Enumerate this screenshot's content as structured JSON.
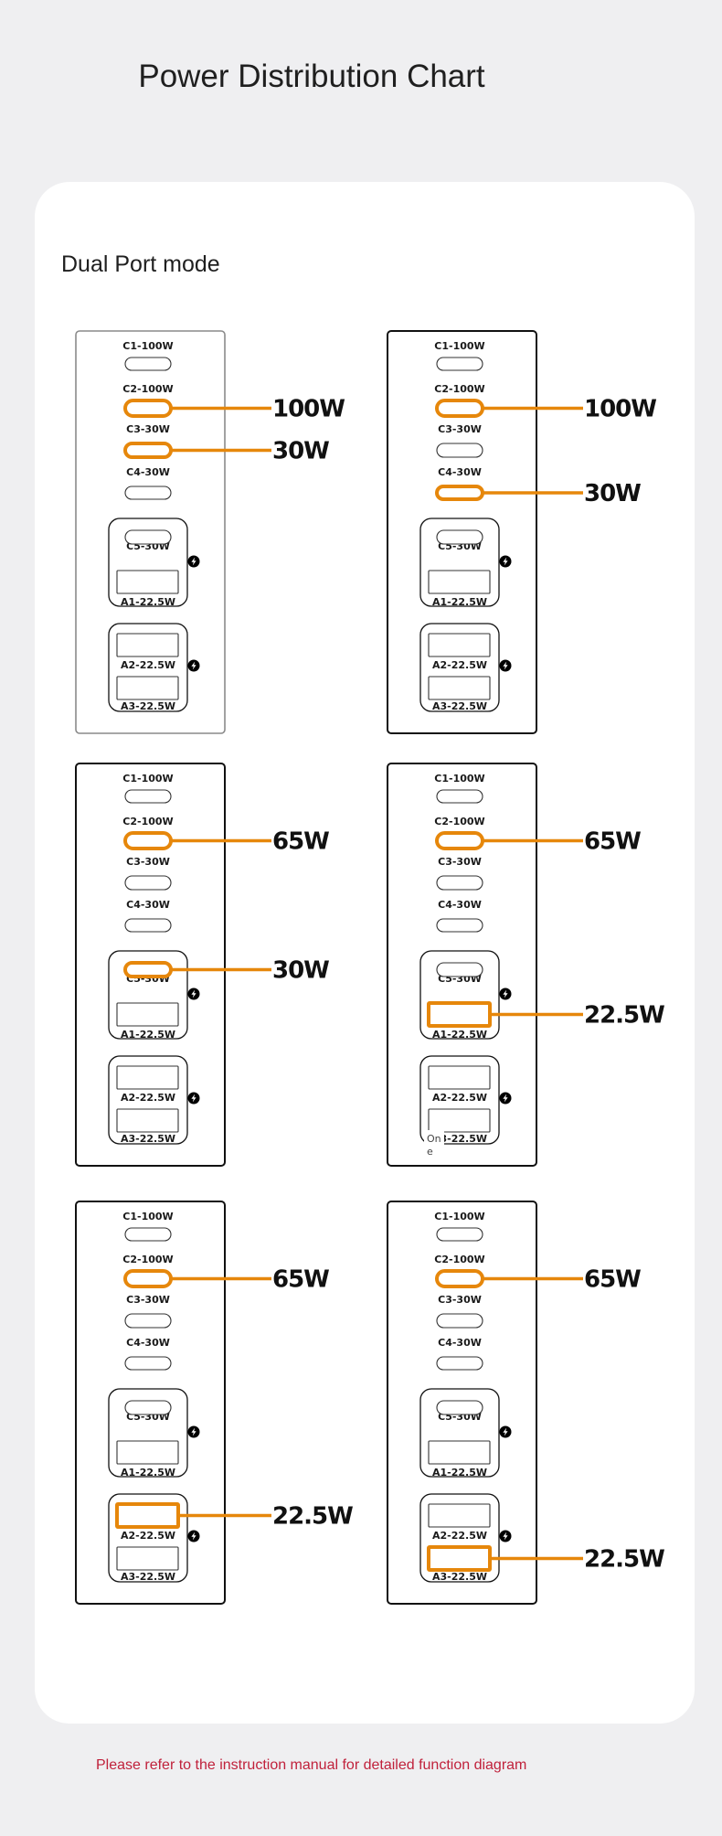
{
  "page": {
    "title": "Power Distribution Chart",
    "section_title": "Dual Port mode",
    "footer_note": "Please refer to the instruction manual for detailed function diagram"
  },
  "ports": {
    "c1": "C1-100W",
    "c2": "C2-100W",
    "c3": "C3-30W",
    "c4": "C4-30W",
    "c5": "C5-30W",
    "a1": "A1-22.5W",
    "a2": "A2-22.5W",
    "a3": "A3-22.5W"
  },
  "colors": {
    "active_port": "#e6870b",
    "footer_text": "#c0213b"
  },
  "icons": {
    "fast_charge": "lightning-bolt-icon"
  },
  "diagrams": [
    {
      "active": [
        "C2",
        "C3"
      ],
      "outputs": [
        {
          "port": "C2",
          "watts": "100W"
        },
        {
          "port": "C3",
          "watts": "30W"
        }
      ]
    },
    {
      "active": [
        "C2",
        "C4"
      ],
      "outputs": [
        {
          "port": "C2",
          "watts": "100W"
        },
        {
          "port": "C4",
          "watts": "30W"
        }
      ]
    },
    {
      "active": [
        "C2",
        "C5"
      ],
      "outputs": [
        {
          "port": "C2",
          "watts": "65W"
        },
        {
          "port": "C5",
          "watts": "30W"
        }
      ]
    },
    {
      "active": [
        "C2",
        "A1"
      ],
      "outputs": [
        {
          "port": "C2",
          "watts": "65W"
        },
        {
          "port": "A1",
          "watts": "22.5W"
        }
      ],
      "overlay_note": "On e"
    },
    {
      "active": [
        "C2",
        "A2"
      ],
      "outputs": [
        {
          "port": "C2",
          "watts": "65W"
        },
        {
          "port": "A2",
          "watts": "22.5W"
        }
      ]
    },
    {
      "active": [
        "C2",
        "A3"
      ],
      "outputs": [
        {
          "port": "C2",
          "watts": "65W"
        },
        {
          "port": "A3",
          "watts": "22.5W"
        }
      ]
    }
  ]
}
